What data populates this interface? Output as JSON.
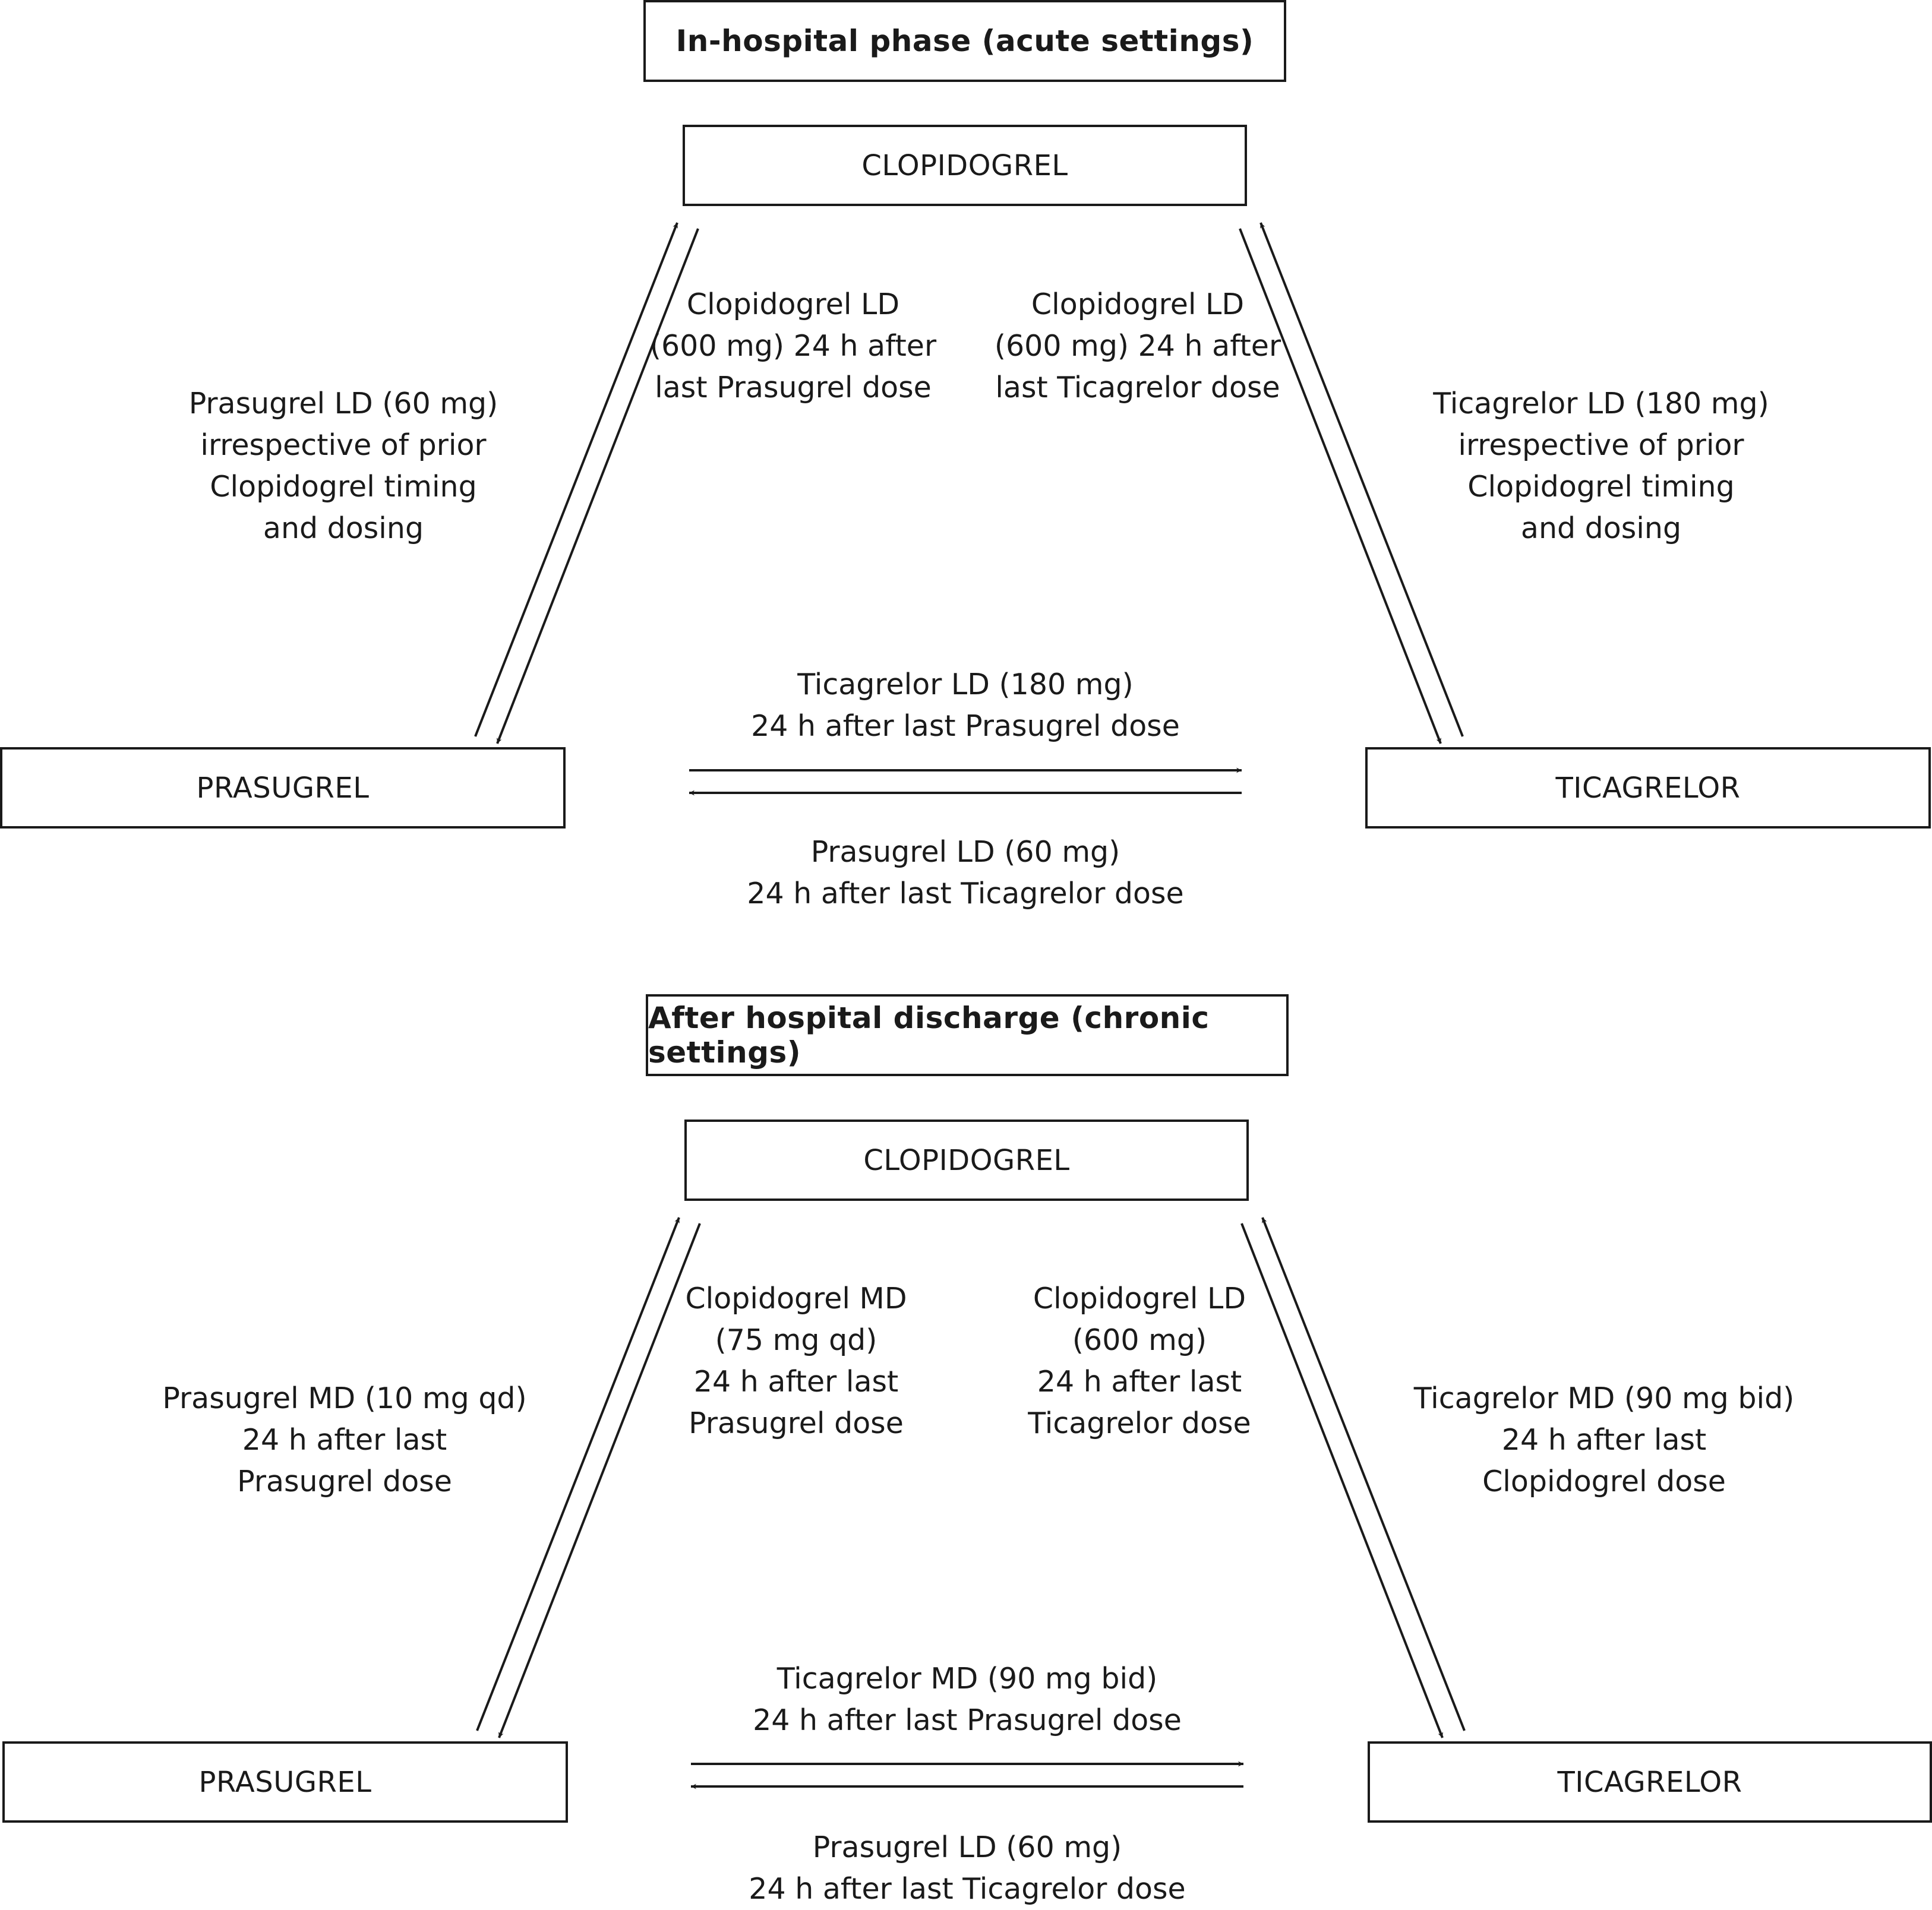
{
  "acute": {
    "header": "In-hospital phase (acute settings)",
    "clopidogrel": "CLOPIDOGREL",
    "prasugrel": "PRASUGREL",
    "ticagrelor": "TICAGRELOR",
    "pras_to_clop": [
      "Prasugrel LD (60 mg)",
      "irrespective of prior",
      "Clopidogrel timing",
      "and dosing"
    ],
    "clop_to_pras": [
      "Clopidogrel LD",
      "(600 mg) 24 h after",
      "last Prasugrel dose"
    ],
    "clop_to_tica": [
      "Clopidogrel LD",
      "(600 mg) 24 h after",
      "last Ticagrelor dose"
    ],
    "tica_to_clop": [
      "Ticagrelor LD (180 mg)",
      "irrespective of prior",
      "Clopidogrel timing",
      "and dosing"
    ],
    "pras_tica_top": [
      "Ticagrelor LD (180 mg)",
      "24 h after last Prasugrel dose"
    ],
    "pras_tica_bottom": [
      "Prasugrel LD (60 mg)",
      "24 h after last Ticagrelor dose"
    ]
  },
  "chronic": {
    "header": "After hospital discharge (chronic settings)",
    "clopidogrel": "CLOPIDOGREL",
    "prasugrel": "PRASUGREL",
    "ticagrelor": "TICAGRELOR",
    "pras_to_clop": [
      "Prasugrel MD (10 mg qd)",
      "24 h after last",
      "Prasugrel dose"
    ],
    "clop_to_pras": [
      "Clopidogrel MD",
      "(75 mg qd)",
      "24 h after last",
      "Prasugrel dose"
    ],
    "clop_to_tica": [
      "Clopidogrel LD",
      "(600 mg)",
      "24 h after last",
      "Ticagrelor dose"
    ],
    "tica_to_clop": [
      "Ticagrelor MD (90 mg bid)",
      "24 h after last",
      "Clopidogrel dose"
    ],
    "pras_tica_top": [
      "Ticagrelor MD (90 mg bid)",
      "24 h after last Prasugrel dose"
    ],
    "pras_tica_bottom": [
      "Prasugrel LD (60 mg)",
      "24 h after last Ticagrelor dose"
    ]
  }
}
